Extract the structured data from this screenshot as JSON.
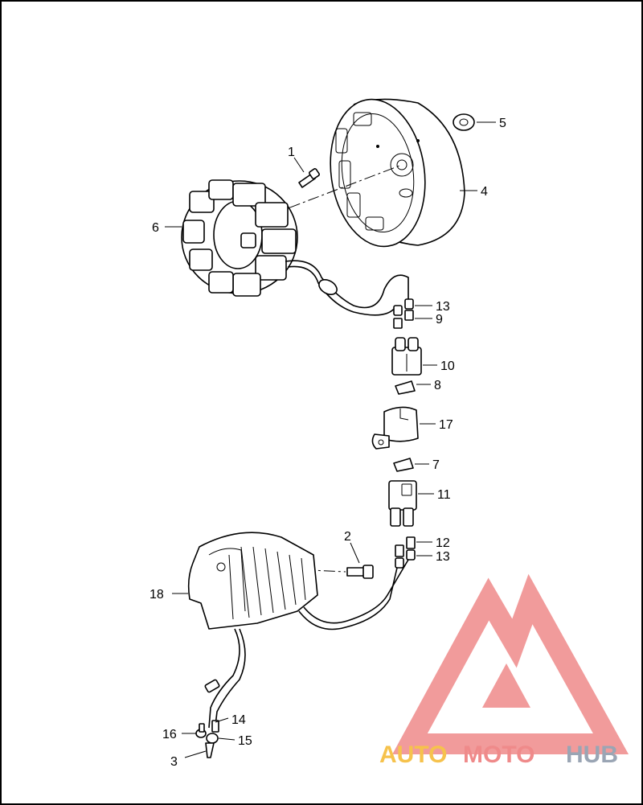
{
  "callouts": {
    "c1": "1",
    "c2": "2",
    "c3": "3",
    "c4": "4",
    "c5": "5",
    "c6": "6",
    "c7": "7",
    "c8": "8",
    "c9": "9",
    "c10": "10",
    "c11": "11",
    "c12": "12",
    "c13a": "13",
    "c13b": "13",
    "c14": "14",
    "c15": "15",
    "c16": "16",
    "c17": "17",
    "c18": "18"
  },
  "watermark": {
    "part1": "AUTO",
    "part2": "MOTO",
    "part3": "HUB"
  },
  "colors": {
    "logo_red": "#ef8a8a",
    "logo_yellow": "#f6c24c",
    "logo_gray": "#9aa5b4"
  }
}
